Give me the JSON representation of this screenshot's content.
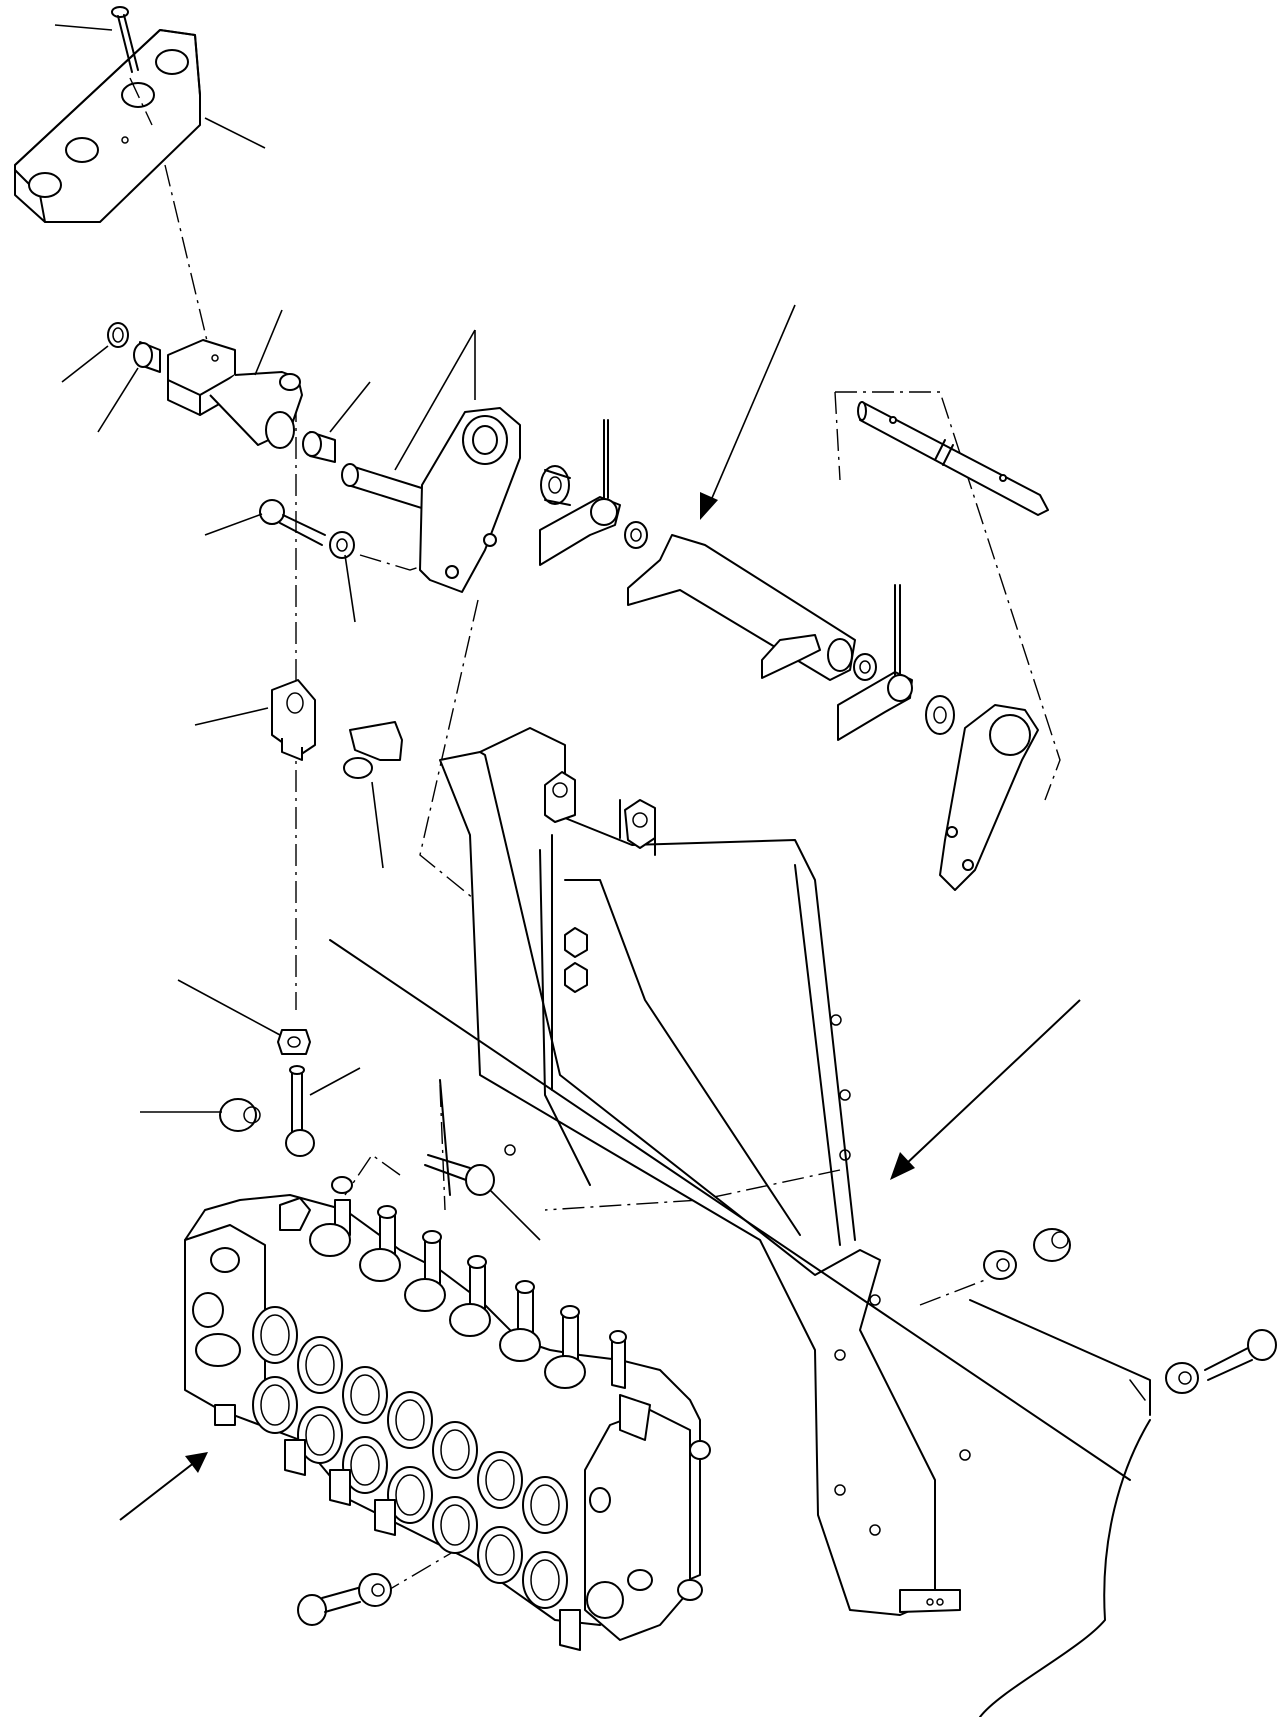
{
  "drawing": {
    "parts": [
      "mounting-plate",
      "screw",
      "lever-bracket",
      "snap-ring",
      "bushing",
      "pivot-shaft-plate",
      "bolt",
      "washer",
      "clevis",
      "clevis-pin",
      "nut",
      "rod-end",
      "control-valve",
      "support-frame",
      "linkage-tube",
      "link-arm",
      "rod"
    ],
    "colors": {
      "line": "#000000",
      "background": "#ffffff"
    }
  }
}
